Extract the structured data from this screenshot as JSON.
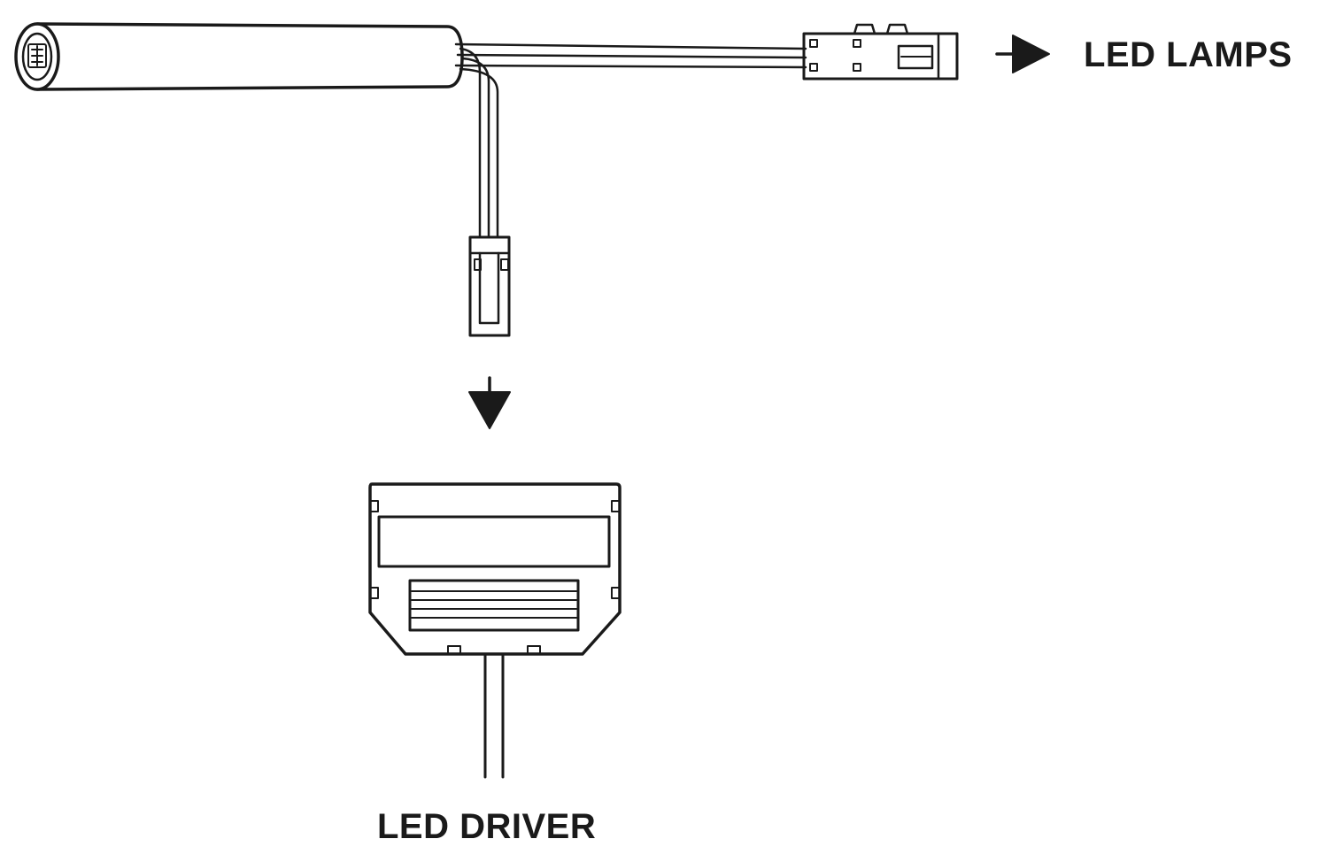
{
  "labels": {
    "led_lamps": "LED LAMPS",
    "led_driver": "LED DRIVER"
  },
  "colors": {
    "line": "#1a1a1a",
    "background": "#ffffff"
  },
  "components": {
    "sensor": "cylindrical-sensor-switch",
    "lamp_connector": "led-lamps-connector",
    "driver_plug": "driver-plug-connector",
    "driver_box": "led-driver-unit"
  }
}
